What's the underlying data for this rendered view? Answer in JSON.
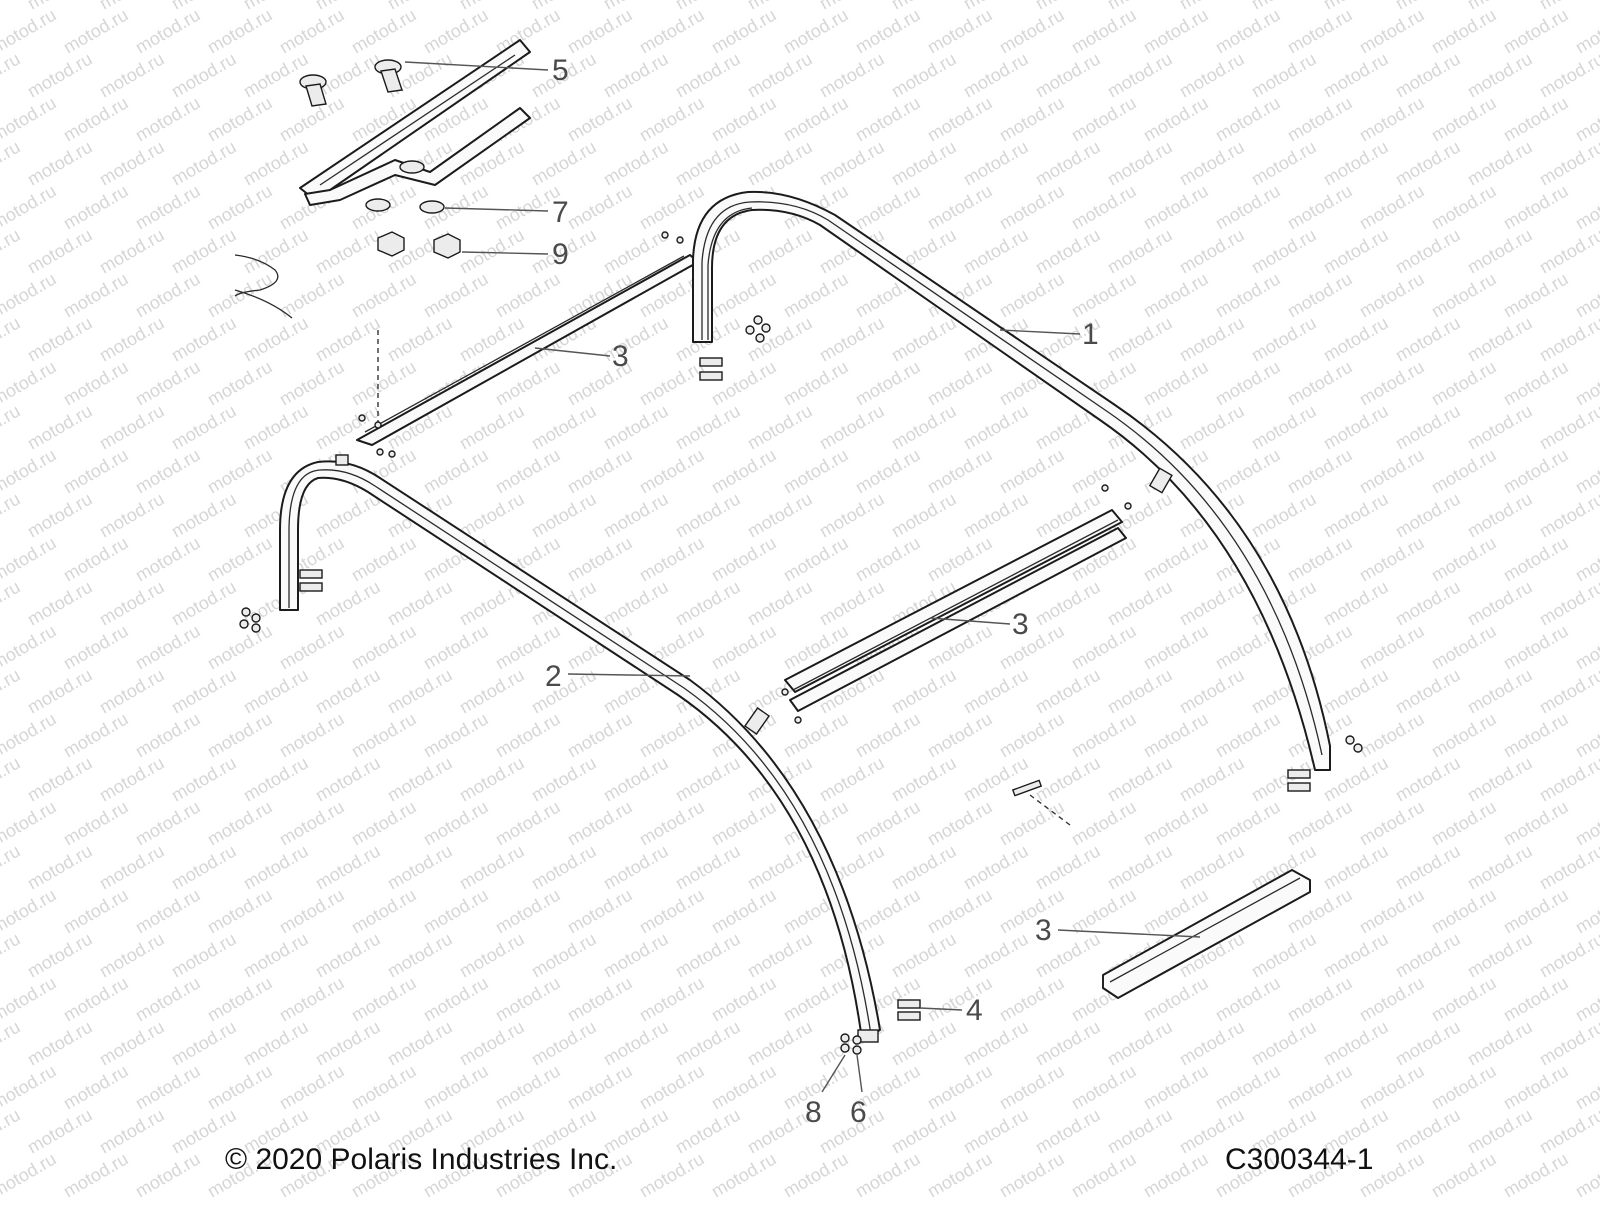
{
  "diagram": {
    "callouts": [
      {
        "id": "c5",
        "label": "5"
      },
      {
        "id": "c7",
        "label": "7"
      },
      {
        "id": "c9",
        "label": "9"
      },
      {
        "id": "c1",
        "label": "1"
      },
      {
        "id": "c3a",
        "label": "3"
      },
      {
        "id": "c3b",
        "label": "3"
      },
      {
        "id": "c2",
        "label": "2"
      },
      {
        "id": "c3c",
        "label": "3"
      },
      {
        "id": "c4",
        "label": "4"
      },
      {
        "id": "c8",
        "label": "8"
      },
      {
        "id": "c6",
        "label": "6"
      }
    ],
    "watermark_text": "motod.ru"
  },
  "footer": {
    "copyright": "© 2020 Polaris Industries Inc.",
    "drawing_number": "C300344-1"
  }
}
